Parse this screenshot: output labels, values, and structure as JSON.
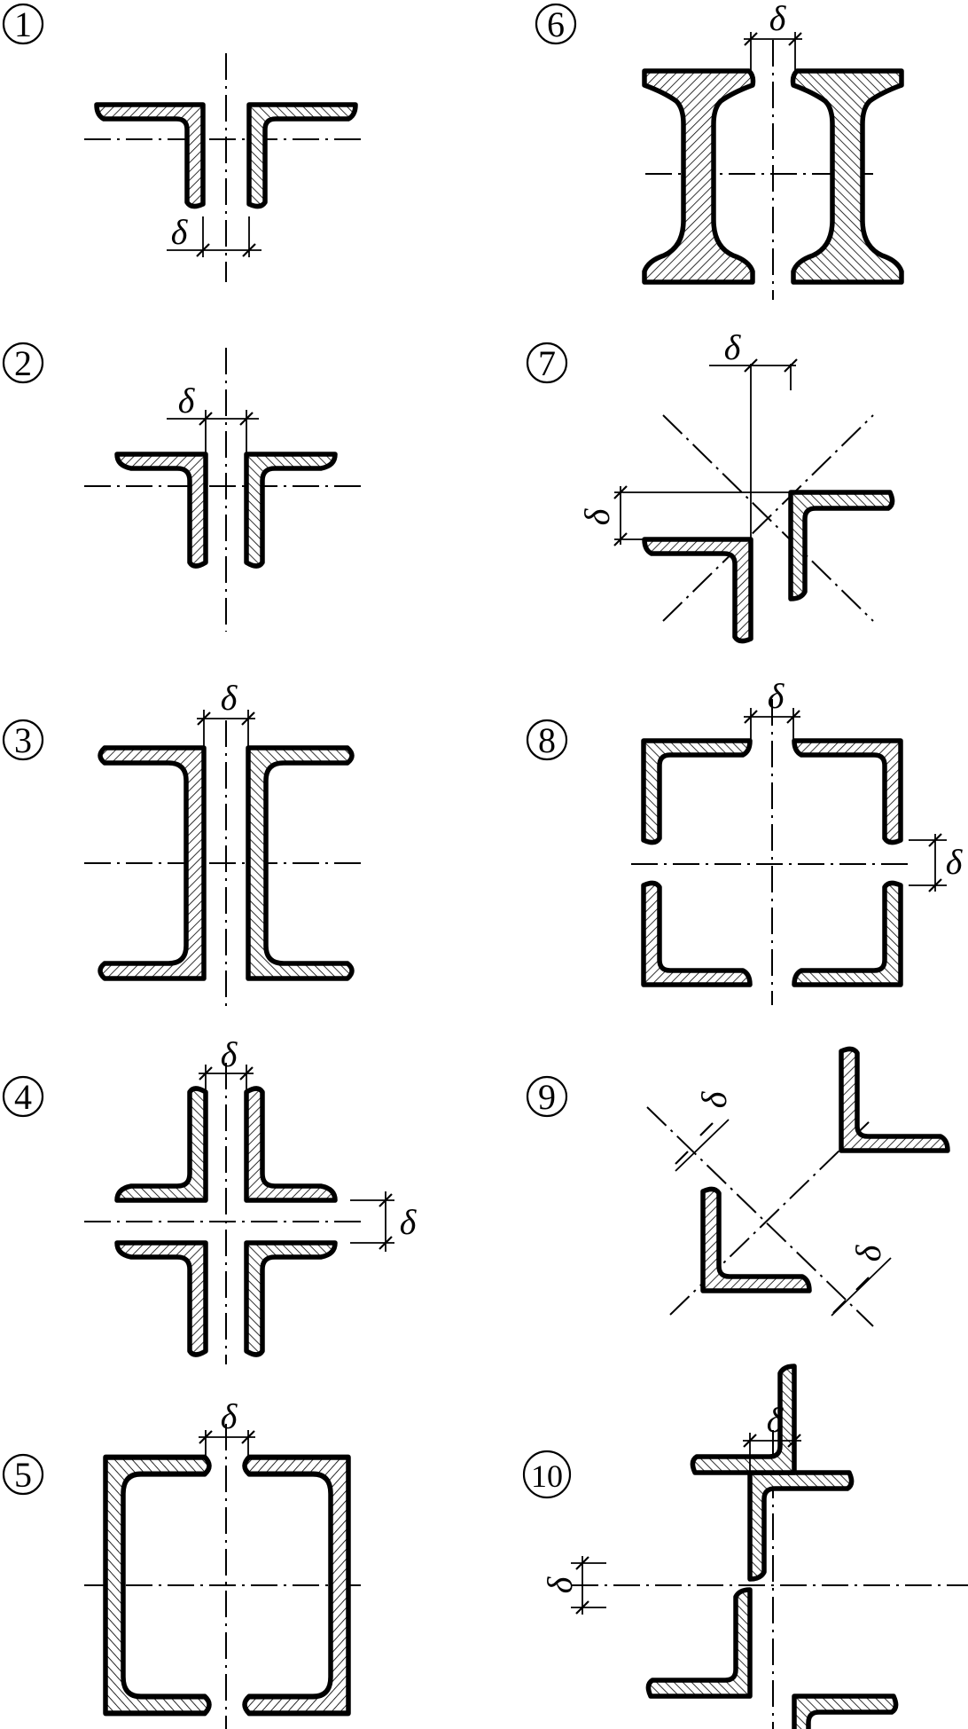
{
  "symbols": {
    "gap": "δ"
  },
  "figures": [
    {
      "id": "fig-1",
      "number": "1"
    },
    {
      "id": "fig-2",
      "number": "2"
    },
    {
      "id": "fig-3",
      "number": "3"
    },
    {
      "id": "fig-4",
      "number": "4"
    },
    {
      "id": "fig-5",
      "number": "5"
    },
    {
      "id": "fig-6",
      "number": "6"
    },
    {
      "id": "fig-7",
      "number": "7"
    },
    {
      "id": "fig-8",
      "number": "8"
    },
    {
      "id": "fig-9",
      "number": "9"
    },
    {
      "id": "fig-10",
      "number": "10"
    }
  ]
}
